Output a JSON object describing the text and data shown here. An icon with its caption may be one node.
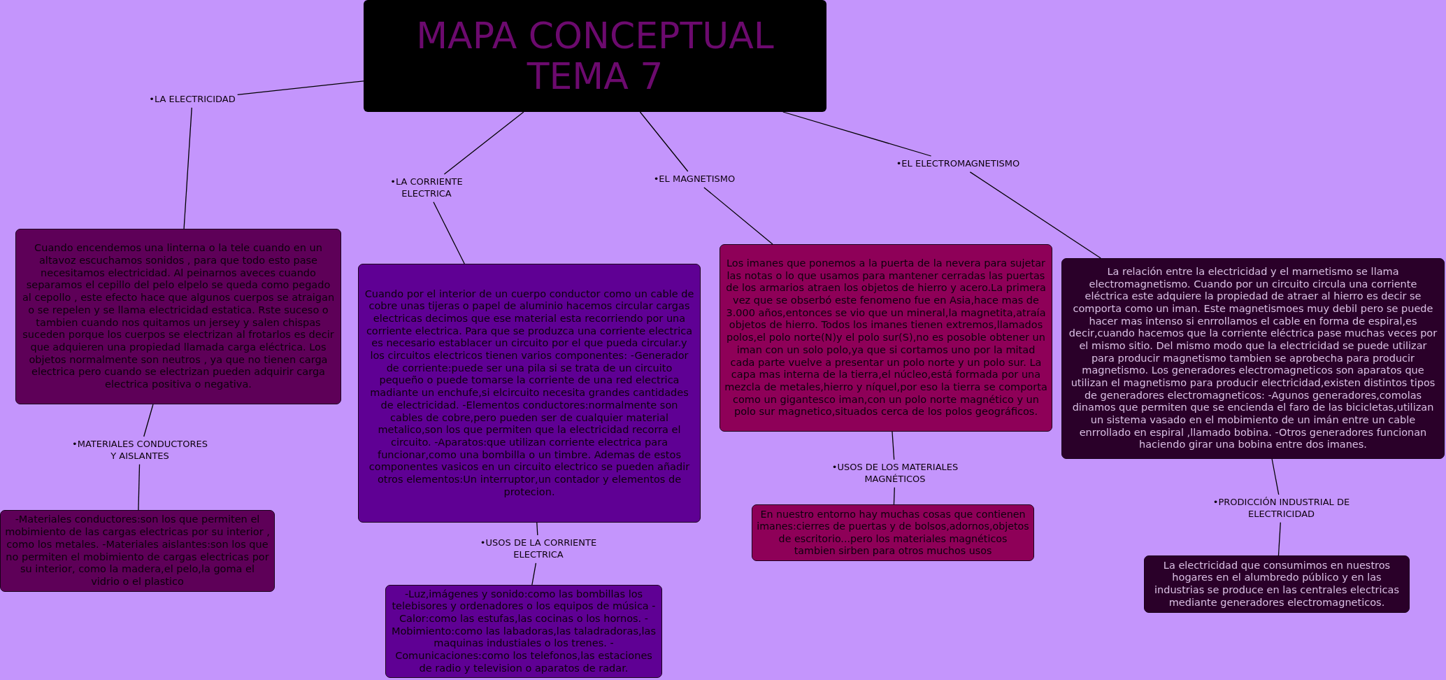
{
  "diagram": {
    "nodes": [
      {
        "text": [
          "MAPA CONCEPTUAL TEMA 7"
        ]
      },
      {
        "text": [
          "•LA ELECTRICIDAD"
        ]
      },
      {
        "text": [
          "Cuando encendemos una linterna o la tele cuando en un altavoz escuchamos sonidos , para que todo esto pase necesitamos electricidad. Al peinarnos aveces cuando separamos el cepillo del pelo elpelo se queda como pegado al cepollo , este efecto hace que algunos cuerpos se atraigan o se repelen y se llama electricidad estatica. Rste suceso o tambien cuando nos quitamos un jersey y salen chispas suceden porque los cuerpos se electrizan al frotarlos es decir que adquieren una propiedad llamada carga eléctrica. Los objetos normalmente son neutros , ya que no tienen carga electrica pero cuando se electrizan pueden adquirir carga electrica positiva o negativa."
        ]
      },
      {
        "text": [
          "•MATERIALES CONDUCTORES Y AISLANTES"
        ]
      },
      {
        "text": [
          "-Materiales conductores:son los que permiten el mobimiento de las cargas electricas por su interior , como los metales. -Materiales aislantes:son los que no permiten el mobimiento de cargas electricas por su interior, como la madera,el pelo,la goma el vidrio o el plastico"
        ]
      },
      {
        "text": [
          "•LA CORRIENTE ELECTRICA"
        ]
      },
      {
        "text": [
          "Cuando por el interior de un cuerpo conductor como un cable de cobre unas tijeras o papel de aluminio hacemos circular cargas electricas decimos que ese material esta recorriendo por una corriente electrica. Para que se produzca una corriente electrica es necesario establacer un circuito por el que pueda circular.y los circuitos electricos tienen varios componentes: -Generador de corriente:puede ser una pila si se trata de un circuito pequeño o puede tomarse la corriente de una red electrica madiante un enchufe,si elcircuito necesita grandes cantidades de electricidad. -Elementos conductores:normalmente son cables de cobre,pero pueden ser de cualquier material metalico,son los que permiten que la electricidad recorra el circuito. -Aparatos:que utilizan corriente electrica para funcionar,como una bombilla o un timbre. Ademas de estos componentes vasicos en un circuito electrico se pueden añadir otros elementos:Un interruptor,un contador y elementos de protecion."
        ]
      },
      {
        "text": [
          "•USOS DE LA CORRIENTE ELECTRICA"
        ]
      },
      {
        "text": [
          "-Luz,imágenes y sonido:como las bombillas los telebisores y ordenadores o los equipos de música -Calor:como las estufas,las cocinas o los hornos. -Mobimiento:como las labadoras,las taladradoras,las maquinas industiales o los trenes. -Comunicaciones:como los telefonos,las estaciones de radio y television o aparatos de radar."
        ]
      },
      {
        "text": [
          "•EL MAGNETISMO"
        ]
      },
      {
        "text": [
          "Los imanes que ponemos a la puerta de la nevera para sujetar las notas o lo que usamos para mantener cerradas las puertas de los armarios atraen los objetos de hierro y acero.La primera vez que se obserbó este fenomeno fue en Asia,hace mas de 3.000 años,entonces se vio que un mineral,la magnetita,atraía objetos de hierro. Todos los imanes tienen extremos,llamados polos,el polo norte(N)y el polo sur(S),no es posoble obtener un iman con un solo polo,ya que si cortamos uno por la mitad cada parte vuelve a presentar un polo norte y un polo sur. La capa mas interna de la tierra,el núcleo,está formada por una mezcla de metales,hierro y níquel,por eso la tierra se comporta como un gigantesco iman,con un polo norte magnético y un polo sur magnetico,situados cerca de los polos geográficos."
        ]
      },
      {
        "text": [
          "•USOS DE LOS MATERIALES MAGNÉTICOS"
        ]
      },
      {
        "text": [
          "En nuestro entorno hay muchas cosas que contienen imanes:cierres de puertas y de bolsos,adornos,objetos de escritorio...pero los materiales magnéticos tambien sirben para otros muchos usos"
        ]
      },
      {
        "text": [
          "•EL ELECTROMAGNETISMO"
        ]
      },
      {
        "text": [
          "La relación entre la electricidad y el marnetismo se llama electromagnetismo. Cuando por un circuito circula una corriente eléctrica este adquiere la propiedad de atraer al hierro es decir se comporta como un iman. Este magnetismoes muy debil pero se puede hacer mas intenso si enrrollamos el cable en forma de espiral,es decir,cuando hacemos que la corriente eléctrica pase muchas veces por el mismo sitio. Del mismo modo que la electricidad se puede utilizar para producir magnetismo tambien se aprobecha para producir magnetismo. Los generadores electromagneticos son aparatos que utilizan el magnetismo para producir electricidad,existen distintos tipos de generadores electromagneticos: -Agunos generadores,comolas dinamos que permiten que se encienda el faro de las bicicletas,utilizan un sistema vasado en el mobimiento de un imán entre un cable enrrollado en espiral ,llamado bobina. -Otros generadores funcionan haciendo girar una bobina entre dos imanes."
        ]
      },
      {
        "text": [
          "•PRODICCIÓN INDUSTRIAL DE ELECTRICIDAD"
        ]
      },
      {
        "text": [
          "La electricidad que consumimos en nuestros hogares en el alumbredo público y en las industrias se produce en las centrales electricas mediante generadores electromagneticos."
        ]
      }
    ],
    "edges": [
      {
        "from": 0,
        "to": 1,
        "arrow": "none"
      },
      {
        "from": 1,
        "to": 2,
        "arrow": "none"
      },
      {
        "from": 2,
        "to": 3,
        "arrow": "none"
      },
      {
        "from": 3,
        "to": 4,
        "arrow": "none"
      },
      {
        "from": 0,
        "to": 5,
        "arrow": "none"
      },
      {
        "from": 5,
        "to": 6,
        "arrow": "none"
      },
      {
        "from": 6,
        "to": 7,
        "arrow": "none"
      },
      {
        "from": 7,
        "to": 8,
        "arrow": "none"
      },
      {
        "from": 0,
        "to": 9,
        "arrow": "none"
      },
      {
        "from": 9,
        "to": 10,
        "arrow": "none"
      },
      {
        "from": 10,
        "to": 11,
        "arrow": "none"
      },
      {
        "from": 11,
        "to": 12,
        "arrow": "none"
      },
      {
        "from": 0,
        "to": 13,
        "arrow": "none"
      },
      {
        "from": 13,
        "to": 14,
        "arrow": "none"
      },
      {
        "from": 14,
        "to": 15,
        "arrow": "none"
      },
      {
        "from": 15,
        "to": 16,
        "arrow": "none"
      }
    ]
  }
}
